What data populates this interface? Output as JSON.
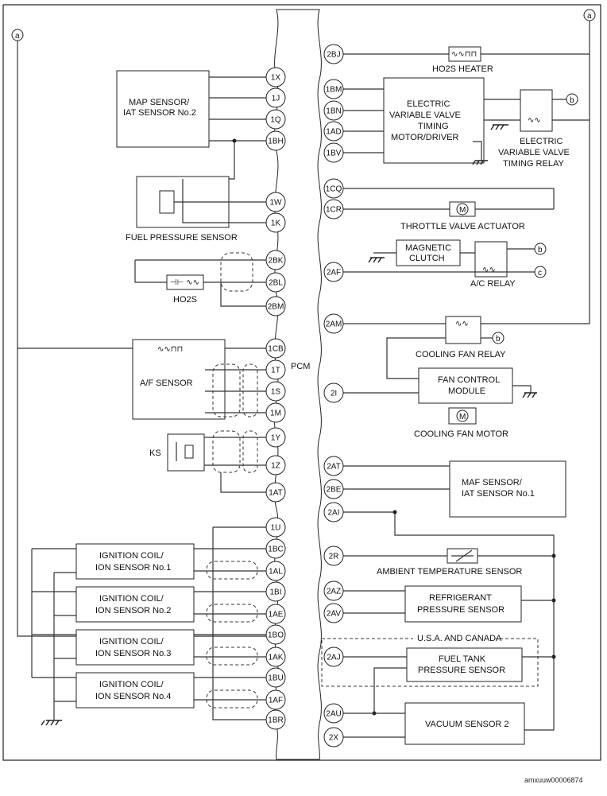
{
  "pcm_label": "PCM",
  "footer_code": "amxuuw00006874",
  "connector_labels": [
    "a",
    "b",
    "c"
  ],
  "pins": [
    "1X",
    "1J",
    "1Q",
    "1BH",
    "1W",
    "1K",
    "2BK",
    "2BL",
    "2BM",
    "1CB",
    "1T",
    "1S",
    "1M",
    "1Y",
    "1Z",
    "1AT",
    "1U",
    "1BC",
    "1AL",
    "1BI",
    "1AE",
    "1BO",
    "1AK",
    "1BU",
    "1AF",
    "1BR",
    "2BJ",
    "1BM",
    "1BN",
    "1AD",
    "1BV",
    "1CQ",
    "1CR",
    "2AF",
    "2AM",
    "2I",
    "2AT",
    "2BE",
    "2AI",
    "2R",
    "2AZ",
    "2AV",
    "2AJ",
    "2AU",
    "2X"
  ],
  "components": {
    "map_sensor": [
      "MAP SENSOR/",
      "IAT SENSOR No.2"
    ],
    "fuel_pressure_sensor": "FUEL PRESSURE SENSOR",
    "ho2s": "HO2S",
    "af_sensor": "A/F SENSOR",
    "ks": "KS",
    "ignition_coils": [
      [
        "IGNITION COIL/",
        "ION SENSOR No.1"
      ],
      [
        "IGNITION COIL/",
        "ION SENSOR No.2"
      ],
      [
        "IGNITION COIL/",
        "ION SENSOR No.3"
      ],
      [
        "IGNITION COIL/",
        "ION SENSOR No.4"
      ]
    ],
    "ho2s_heater": "HO2S HEATER",
    "evvt_motor": [
      "ELECTRIC",
      "VARIABLE VALVE",
      "TIMING",
      "MOTOR/DRIVER"
    ],
    "evvt_relay": [
      "ELECTRIC",
      "VARIABLE VALVE",
      "TIMING RELAY"
    ],
    "throttle_valve_actuator": "THROTTLE VALVE ACTUATOR",
    "magnetic_clutch": [
      "MAGNETIC",
      "CLUTCH"
    ],
    "ac_relay": "A/C RELAY",
    "cooling_fan_relay": "COOLING FAN RELAY",
    "fan_control_module": [
      "FAN CONTROL",
      "MODULE"
    ],
    "cooling_fan_motor": "COOLING FAN MOTOR",
    "maf_sensor": [
      "MAF SENSOR/",
      "IAT SENSOR No.1"
    ],
    "ambient_temp_sensor": "AMBIENT TEMPERATURE SENSOR",
    "refrigerant_pressure_sensor": [
      "REFRIGERANT",
      "PRESSURE SENSOR"
    ],
    "usa_canada": "U.S.A. AND CANADA",
    "fuel_tank_pressure_sensor": [
      "FUEL TANK",
      "PRESSURE SENSOR"
    ],
    "vacuum_sensor_2": "VACUUM SENSOR 2",
    "motor_symbol": "M"
  }
}
